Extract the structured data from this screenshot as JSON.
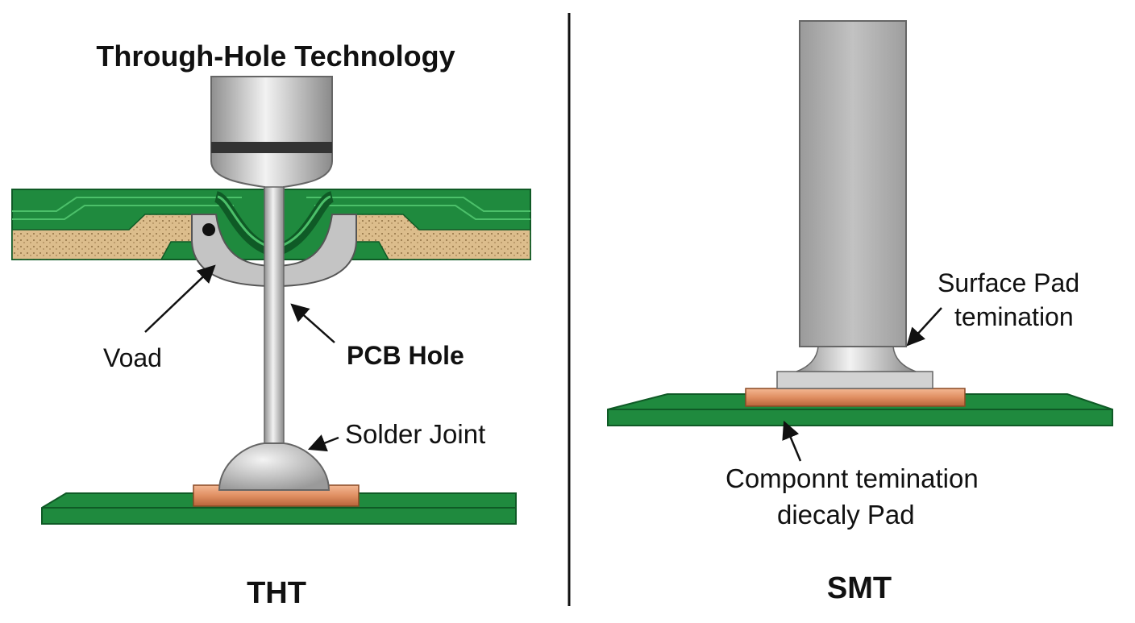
{
  "title": "Through-Hole Technology",
  "tht": {
    "label_voad": "Voad",
    "label_pcb_hole": "PCB Hole",
    "label_solder_joint": "Solder Joint",
    "caption": "THT"
  },
  "smt": {
    "label_surface_pad_line1": "Surface Pad",
    "label_surface_pad_line2": "temination",
    "label_component_line1": "Componnt temination",
    "label_component_line2": "diecaly Pad",
    "caption": "SMT"
  },
  "colors": {
    "pcb_green": "#1f8a3e",
    "pcb_dark": "#0f5a26",
    "trace_green": "#4cc06a",
    "core_tan": "#d9b98a",
    "copper": "#e08f62",
    "lead_silver": "#c8c8c8",
    "body_gray": "#b3b3b3"
  }
}
